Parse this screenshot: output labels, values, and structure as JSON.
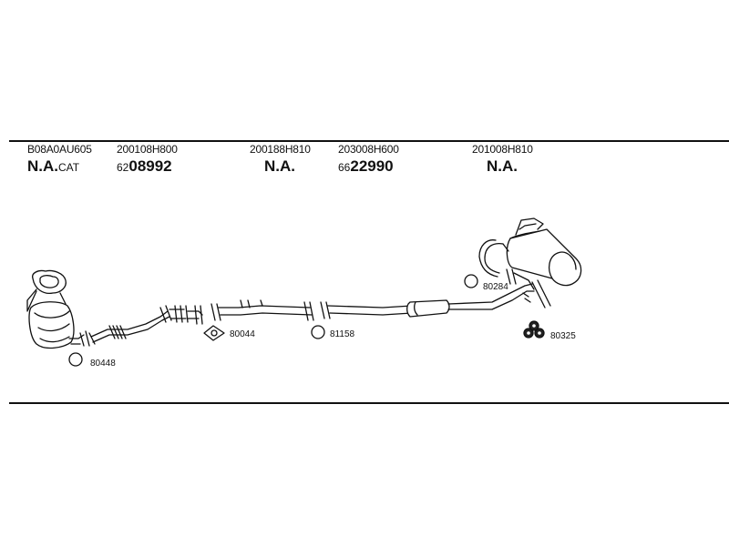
{
  "parts": [
    {
      "code": "B08A0AU605",
      "number_prefix": "",
      "number_main": "N.A.",
      "number_suffix": "CAT"
    },
    {
      "code": "200108H800",
      "number_prefix": "62",
      "number_main": "08992",
      "number_suffix": ""
    },
    {
      "code": "200188H810",
      "number_prefix": "",
      "number_main": "N.A.",
      "number_suffix": ""
    },
    {
      "code": "203008H600",
      "number_prefix": "66",
      "number_main": "22990",
      "number_suffix": ""
    },
    {
      "code": "201008H810",
      "number_prefix": "",
      "number_main": "N.A.",
      "number_suffix": ""
    }
  ],
  "accessories": [
    {
      "code": "80448",
      "icon": "ring-gasket-icon"
    },
    {
      "code": "80044",
      "icon": "flange-gasket-icon"
    },
    {
      "code": "81158",
      "icon": "ring-gasket-icon"
    },
    {
      "code": "80284",
      "icon": "ring-gasket-icon"
    },
    {
      "code": "80325",
      "icon": "rubber-hanger-icon"
    }
  ]
}
